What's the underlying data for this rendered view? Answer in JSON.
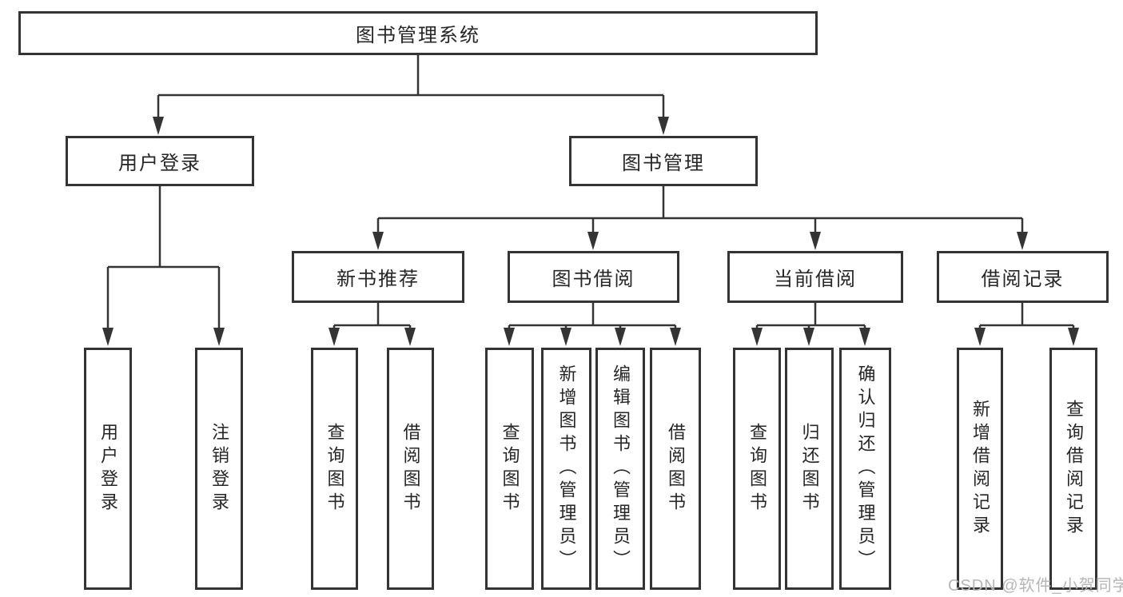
{
  "tree": {
    "root": "图书管理系统",
    "level1": [
      {
        "label": "用户登录",
        "children": [
          "用户登录",
          "注销登录"
        ]
      },
      {
        "label": "图书管理",
        "children": [
          {
            "label": "新书推荐",
            "children": [
              "查询图书",
              "借阅图书"
            ]
          },
          {
            "label": "图书借阅",
            "children": [
              "查询图书",
              "新增图书（管理员）",
              "编辑图书（管理员）",
              "借阅图书"
            ]
          },
          {
            "label": "当前借阅",
            "children": [
              "查询图书",
              "归还图书",
              "确认归还（管理员）"
            ]
          },
          {
            "label": "借阅记录",
            "children": [
              "新增借阅记录",
              "查询借阅记录"
            ]
          }
        ]
      }
    ]
  },
  "watermark": "CSDN @软件_小贺同学",
  "colors": {
    "line": "#343434",
    "text": "#262626",
    "background": "#ffffff",
    "watermark": "#b6b6b6"
  }
}
